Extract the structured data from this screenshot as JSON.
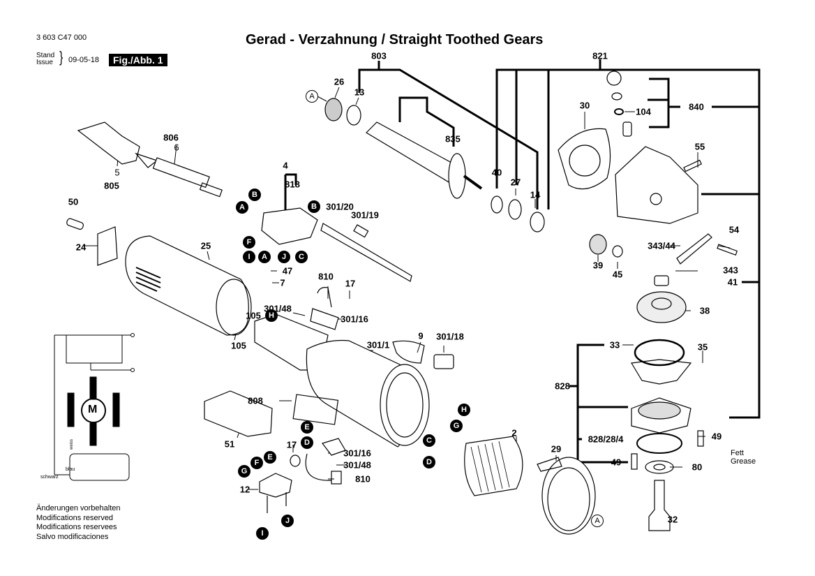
{
  "header": {
    "document_number": "3 603 C47 000",
    "stand_label": "Stand",
    "issue_label": "Issue",
    "date": "09-05-18",
    "figure_label": "Fig./Abb. 1",
    "title": "Gerad - Verzahnung / Straight Toothed Gears"
  },
  "notes": [
    "Änderungen vorbehalten",
    "Modifications reserved",
    "Modifications reservees",
    "Salvo modificaciones"
  ],
  "grease": {
    "line1": "Fett",
    "line2": "Grease"
  },
  "wiring": {
    "motor_label": "M",
    "wire_white": "weiss",
    "wire_blue": "blau",
    "wire_black": "schwarz"
  },
  "part_labels": [
    {
      "id": "803",
      "text": "803"
    },
    {
      "id": "821",
      "text": "821"
    },
    {
      "id": "26",
      "text": "26"
    },
    {
      "id": "13",
      "text": "13"
    },
    {
      "id": "835",
      "text": "835"
    },
    {
      "id": "30",
      "text": "30"
    },
    {
      "id": "104",
      "text": "104"
    },
    {
      "id": "840",
      "text": "840"
    },
    {
      "id": "806",
      "text": "806"
    },
    {
      "id": "6",
      "text": "6"
    },
    {
      "id": "5",
      "text": "5"
    },
    {
      "id": "805",
      "text": "805"
    },
    {
      "id": "40",
      "text": "40"
    },
    {
      "id": "27",
      "text": "27"
    },
    {
      "id": "14",
      "text": "14"
    },
    {
      "id": "55",
      "text": "55"
    },
    {
      "id": "4",
      "text": "4"
    },
    {
      "id": "818",
      "text": "818"
    },
    {
      "id": "301-20",
      "text": "301/20"
    },
    {
      "id": "301-19",
      "text": "301/19"
    },
    {
      "id": "50",
      "text": "50"
    },
    {
      "id": "24",
      "text": "24"
    },
    {
      "id": "25",
      "text": "25"
    },
    {
      "id": "47",
      "text": "47"
    },
    {
      "id": "7",
      "text": "7"
    },
    {
      "id": "810a",
      "text": "810"
    },
    {
      "id": "17a",
      "text": "17"
    },
    {
      "id": "301-48a",
      "text": "301/48"
    },
    {
      "id": "301-16a",
      "text": "301/16"
    },
    {
      "id": "105a",
      "text": "105"
    },
    {
      "id": "105b",
      "text": "105"
    },
    {
      "id": "54",
      "text": "54"
    },
    {
      "id": "343-44",
      "text": "343/44"
    },
    {
      "id": "39",
      "text": "39"
    },
    {
      "id": "45",
      "text": "45"
    },
    {
      "id": "343",
      "text": "343"
    },
    {
      "id": "41",
      "text": "41"
    },
    {
      "id": "38",
      "text": "38"
    },
    {
      "id": "9",
      "text": "9"
    },
    {
      "id": "301-18",
      "text": "301/18"
    },
    {
      "id": "301-1",
      "text": "301/1"
    },
    {
      "id": "33",
      "text": "33"
    },
    {
      "id": "35",
      "text": "35"
    },
    {
      "id": "828",
      "text": "828"
    },
    {
      "id": "808",
      "text": "808"
    },
    {
      "id": "2",
      "text": "2"
    },
    {
      "id": "29",
      "text": "29"
    },
    {
      "id": "51",
      "text": "51"
    },
    {
      "id": "17b",
      "text": "17"
    },
    {
      "id": "301-16b",
      "text": "301/16"
    },
    {
      "id": "301-48b",
      "text": "301/48"
    },
    {
      "id": "810b",
      "text": "810"
    },
    {
      "id": "12",
      "text": "12"
    },
    {
      "id": "49a",
      "text": "49"
    },
    {
      "id": "828-28-4",
      "text": "828/28/4"
    },
    {
      "id": "49b",
      "text": "49"
    },
    {
      "id": "80",
      "text": "80"
    },
    {
      "id": "32",
      "text": "32"
    }
  ],
  "callouts": [
    {
      "letter": "A",
      "style": "open"
    },
    {
      "letter": "B",
      "style": "filled"
    },
    {
      "letter": "A",
      "style": "filled"
    },
    {
      "letter": "B",
      "style": "filled"
    },
    {
      "letter": "F",
      "style": "filled"
    },
    {
      "letter": "I",
      "style": "filled"
    },
    {
      "letter": "A",
      "style": "filled"
    },
    {
      "letter": "J",
      "style": "filled"
    },
    {
      "letter": "C",
      "style": "filled"
    },
    {
      "letter": "H",
      "style": "filled"
    },
    {
      "letter": "H",
      "style": "filled"
    },
    {
      "letter": "G",
      "style": "filled"
    },
    {
      "letter": "C",
      "style": "filled"
    },
    {
      "letter": "D",
      "style": "filled"
    },
    {
      "letter": "E",
      "style": "filled"
    },
    {
      "letter": "D",
      "style": "filled"
    },
    {
      "letter": "G",
      "style": "filled"
    },
    {
      "letter": "F",
      "style": "filled"
    },
    {
      "letter": "E",
      "style": "filled"
    },
    {
      "letter": "J",
      "style": "filled"
    },
    {
      "letter": "I",
      "style": "filled"
    },
    {
      "letter": "A",
      "style": "open"
    }
  ]
}
